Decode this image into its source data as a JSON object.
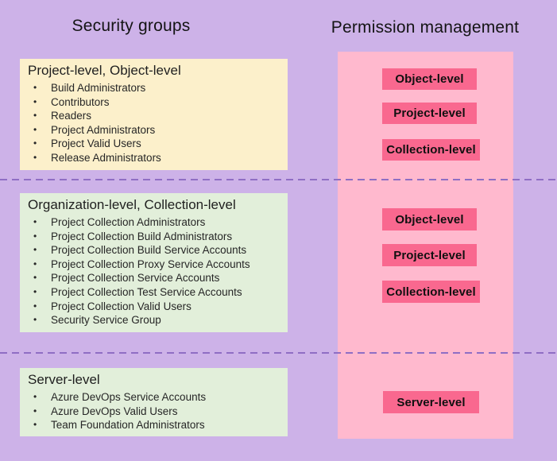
{
  "colors": {
    "background": "#CDB2E8",
    "group_box_yellow": "#FCF0CB",
    "group_box_green": "#E2EFDA",
    "permission_panel": "#FFB9CE",
    "permission_badge": "#F9688F",
    "divider_dash": "#8F6EC4",
    "text": "#1F1F1F"
  },
  "headers": {
    "left": "Security groups",
    "right": "Permission management"
  },
  "security_groups": [
    {
      "title": "Project-level, Object-level",
      "items": [
        "Build Administrators",
        "Contributors",
        "Readers",
        "Project Administrators",
        "Project Valid Users",
        "Release Administrators"
      ]
    },
    {
      "title": "Organization-level, Collection-level",
      "items": [
        "Project Collection Administrators",
        "Project Collection Build Administrators",
        "Project Collection Build Service Accounts",
        "Project Collection Proxy Service Accounts",
        "Project Collection Service Accounts",
        "Project Collection Test Service Accounts",
        "Project Collection Valid Users",
        "Security Service Group"
      ]
    },
    {
      "title": "Server-level",
      "items": [
        "Azure DevOps Service Accounts",
        "Azure DevOps Valid Users",
        "Team Foundation Administrators"
      ]
    }
  ],
  "permission_management": {
    "sections": [
      {
        "labels": [
          "Object-level",
          "Project-level",
          "Collection-level"
        ]
      },
      {
        "labels": [
          "Object-level",
          "Project-level",
          "Collection-level"
        ]
      },
      {
        "labels": [
          "Server-level"
        ]
      }
    ]
  }
}
